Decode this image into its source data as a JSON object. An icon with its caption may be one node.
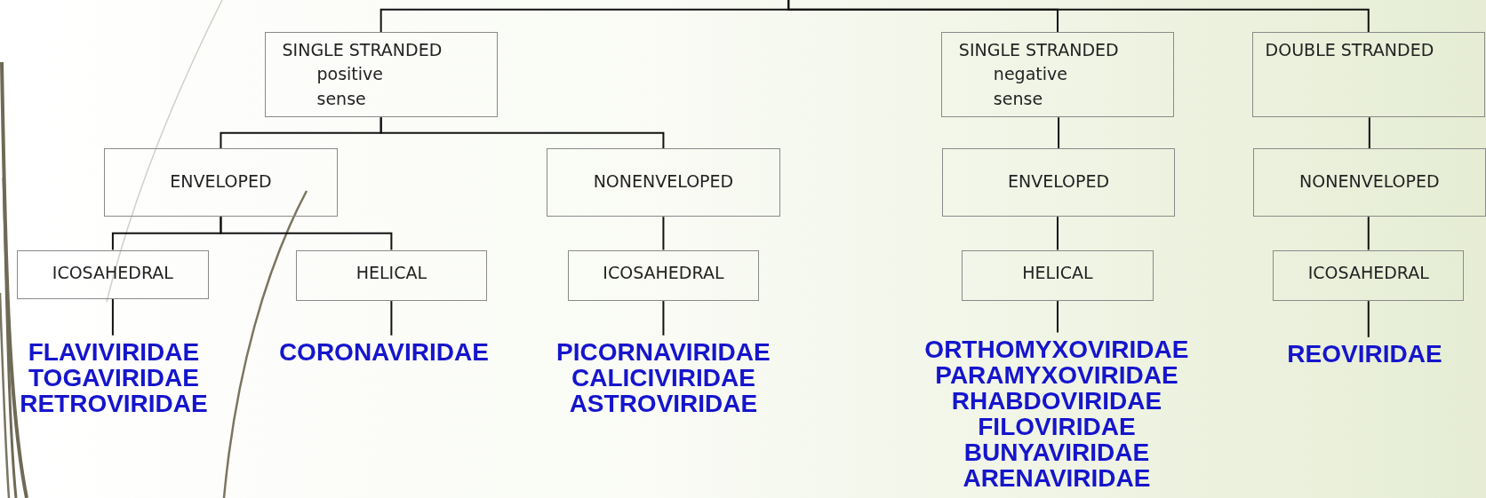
{
  "diagram": {
    "nodes": [
      {
        "text": [
          "SINGLE STRANDED",
          "positive sense"
        ]
      },
      {
        "text": [
          "SINGLE STRANDED",
          "negative sense"
        ]
      },
      {
        "text": [
          "DOUBLE STRANDED"
        ]
      },
      {
        "text": [
          "ENVELOPED"
        ]
      },
      {
        "text": [
          "NONENVELOPED"
        ]
      },
      {
        "text": [
          "ENVELOPED"
        ]
      },
      {
        "text": [
          "NONENVELOPED"
        ]
      },
      {
        "text": [
          "ICOSAHEDRAL"
        ]
      },
      {
        "text": [
          "HELICAL"
        ]
      },
      {
        "text": [
          "ICOSAHEDRAL"
        ]
      },
      {
        "text": [
          "HELICAL"
        ]
      },
      {
        "text": [
          "ICOSAHEDRAL"
        ]
      },
      {
        "text": [
          "FLAVIVIRIDAE",
          "TOGAVIRIDAE",
          "RETROVIRIDAE"
        ]
      },
      {
        "text": [
          "CORONAVIRIDAE"
        ]
      },
      {
        "text": [
          "PICORNAVIRIDAE",
          "CALICIVIRIDAE",
          "ASTROVIRIDAE"
        ]
      },
      {
        "text": [
          "ORTHOMYXOVIRIDAE",
          "PARAMYXOVIRIDAE",
          "RHABDOVIRIDAE",
          "FILOVIRIDAE",
          "BUNYAVIRIDAE",
          "ARENAVIRIDAE"
        ]
      },
      {
        "text": [
          "REOVIRIDAE"
        ]
      }
    ],
    "edges": [
      {
        "from": null,
        "to": 0,
        "arrow": "none"
      },
      {
        "from": null,
        "to": 1,
        "arrow": "none"
      },
      {
        "from": null,
        "to": 2,
        "arrow": "none"
      },
      {
        "from": 0,
        "to": 3,
        "arrow": "none"
      },
      {
        "from": 0,
        "to": 4,
        "arrow": "none"
      },
      {
        "from": 1,
        "to": 5,
        "arrow": "none"
      },
      {
        "from": 2,
        "to": 6,
        "arrow": "none"
      },
      {
        "from": 3,
        "to": 7,
        "arrow": "none"
      },
      {
        "from": 3,
        "to": 8,
        "arrow": "none"
      },
      {
        "from": 4,
        "to": 9,
        "arrow": "none"
      },
      {
        "from": 5,
        "to": 10,
        "arrow": "none"
      },
      {
        "from": 6,
        "to": 11,
        "arrow": "none"
      },
      {
        "from": 7,
        "to": 12,
        "arrow": "none"
      },
      {
        "from": 8,
        "to": 13,
        "arrow": "none"
      },
      {
        "from": 9,
        "to": 14,
        "arrow": "none"
      },
      {
        "from": 10,
        "to": 15,
        "arrow": "none"
      },
      {
        "from": 11,
        "to": 16,
        "arrow": "none"
      }
    ]
  }
}
